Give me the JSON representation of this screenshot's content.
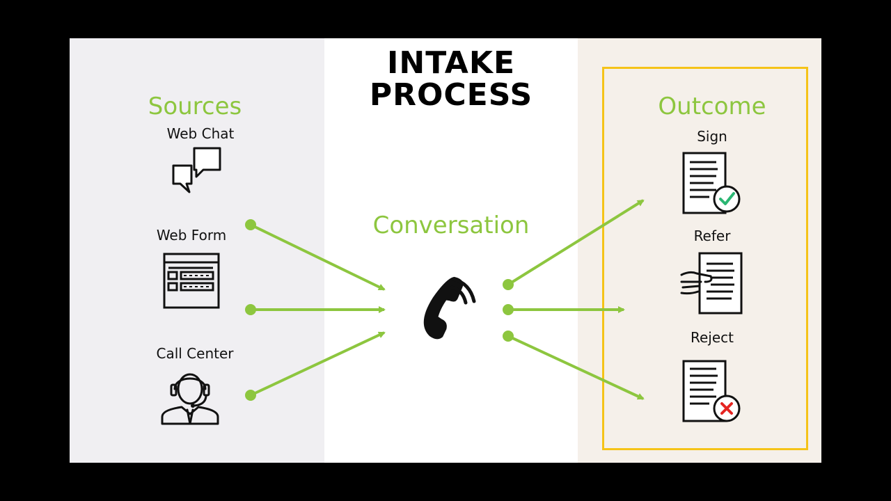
{
  "title": {
    "line1": "INTAKE",
    "line2": "PROCESS"
  },
  "sources": {
    "heading": "Sources",
    "items": [
      {
        "label": "Web Chat",
        "icon": "chat-bubbles-icon"
      },
      {
        "label": "Web Form",
        "icon": "web-form-icon"
      },
      {
        "label": "Call Center",
        "icon": "headset-agent-icon"
      }
    ]
  },
  "conversation": {
    "heading": "Conversation",
    "icon": "phone-handset-icon"
  },
  "outcome": {
    "heading": "Outcome",
    "items": [
      {
        "label": "Sign",
        "icon": "document-check-icon"
      },
      {
        "label": "Refer",
        "icon": "document-handoff-icon"
      },
      {
        "label": "Reject",
        "icon": "document-reject-icon"
      }
    ]
  },
  "colors": {
    "accent": "#8dc63f",
    "frame": "#f5c318",
    "check": "#2bb673",
    "reject": "#e52421"
  }
}
